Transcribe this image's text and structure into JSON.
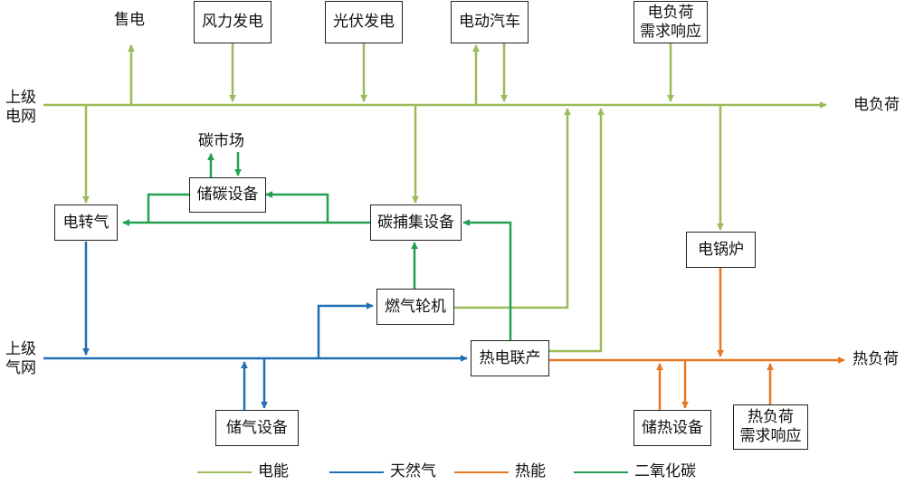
{
  "colors": {
    "electric": "#9bbb59",
    "gas": "#1f6fb4",
    "heat": "#e87722",
    "carbon": "#22a050"
  },
  "labels": {
    "sell_power": "售电",
    "upper_grid": "上级\n电网",
    "upper_gas": "上级\n气网",
    "carbon_market": "碳市场",
    "electric_load": "电负荷",
    "heat_load": "热负荷"
  },
  "nodes": {
    "wind": "风力发电",
    "pv": "光伏发电",
    "ev": "电动汽车",
    "e_dr": "电负荷\n需求响应",
    "p2g": "电转气",
    "carbon_storage": "储碳设备",
    "ccs": "碳捕集设备",
    "e_boiler": "电锅炉",
    "gas_turbine": "燃气轮机",
    "chp": "热电联产",
    "gas_storage": "储气设备",
    "heat_storage": "储热设备",
    "h_dr": "热负荷\n需求响应"
  },
  "legend": [
    {
      "label": "电能",
      "color": "#9bbb59"
    },
    {
      "label": "天然气",
      "color": "#1f6fb4"
    },
    {
      "label": "热能",
      "color": "#e87722"
    },
    {
      "label": "二氧化碳",
      "color": "#22a050"
    }
  ]
}
